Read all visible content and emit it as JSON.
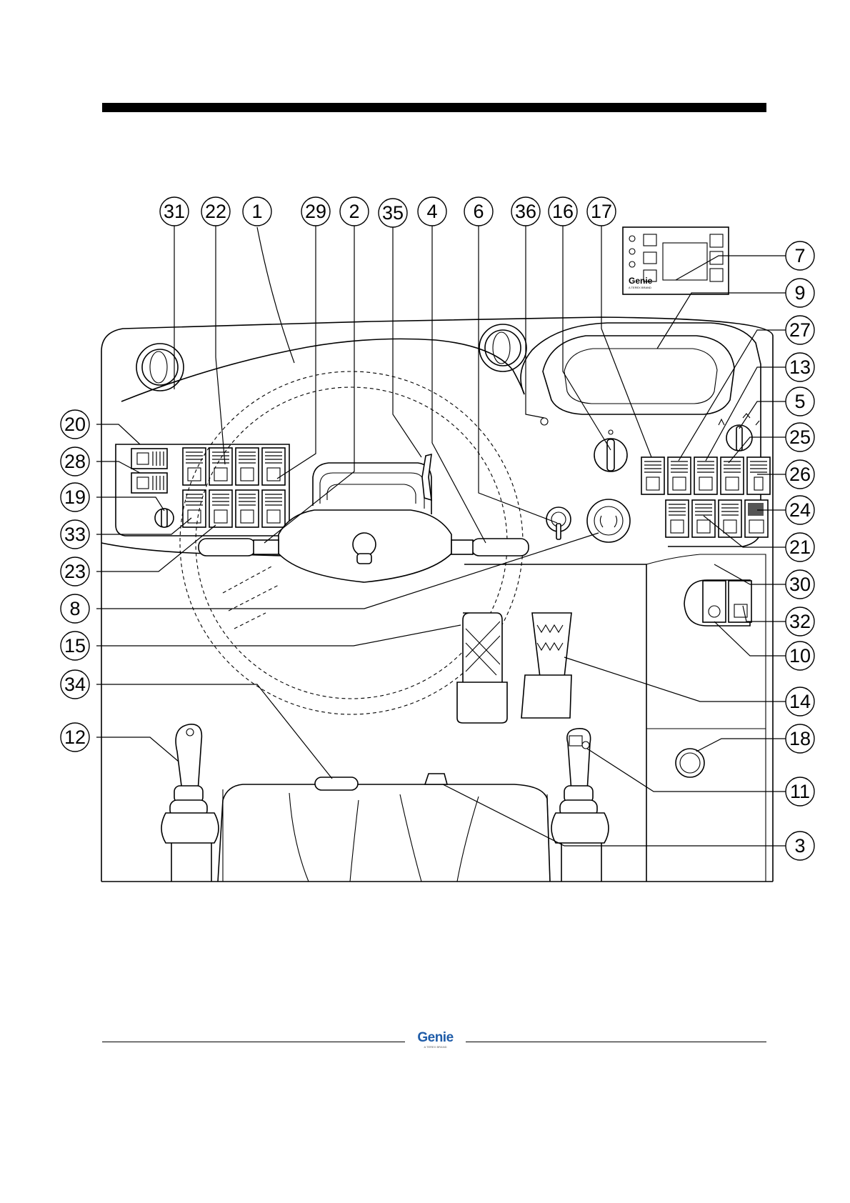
{
  "brand": {
    "logo_text": "Genie",
    "logo_subtext": "A TEREX BRAND",
    "brand_color": "#1f5ca8"
  },
  "display_panel": {
    "logo_text": "Genie",
    "logo_subtext": "A TEREX BRAND"
  },
  "callouts": [
    "31",
    "22",
    "1",
    "29",
    "2",
    "35",
    "4",
    "6",
    "36",
    "16",
    "17",
    "7",
    "9",
    "27",
    "13",
    "5",
    "25",
    "26",
    "24",
    "21",
    "30",
    "32",
    "10",
    "14",
    "18",
    "11",
    "3",
    "20",
    "28",
    "19",
    "33",
    "23",
    "8",
    "15",
    "34",
    "12"
  ],
  "colors": {
    "line": "#000000",
    "background": "#ffffff"
  }
}
